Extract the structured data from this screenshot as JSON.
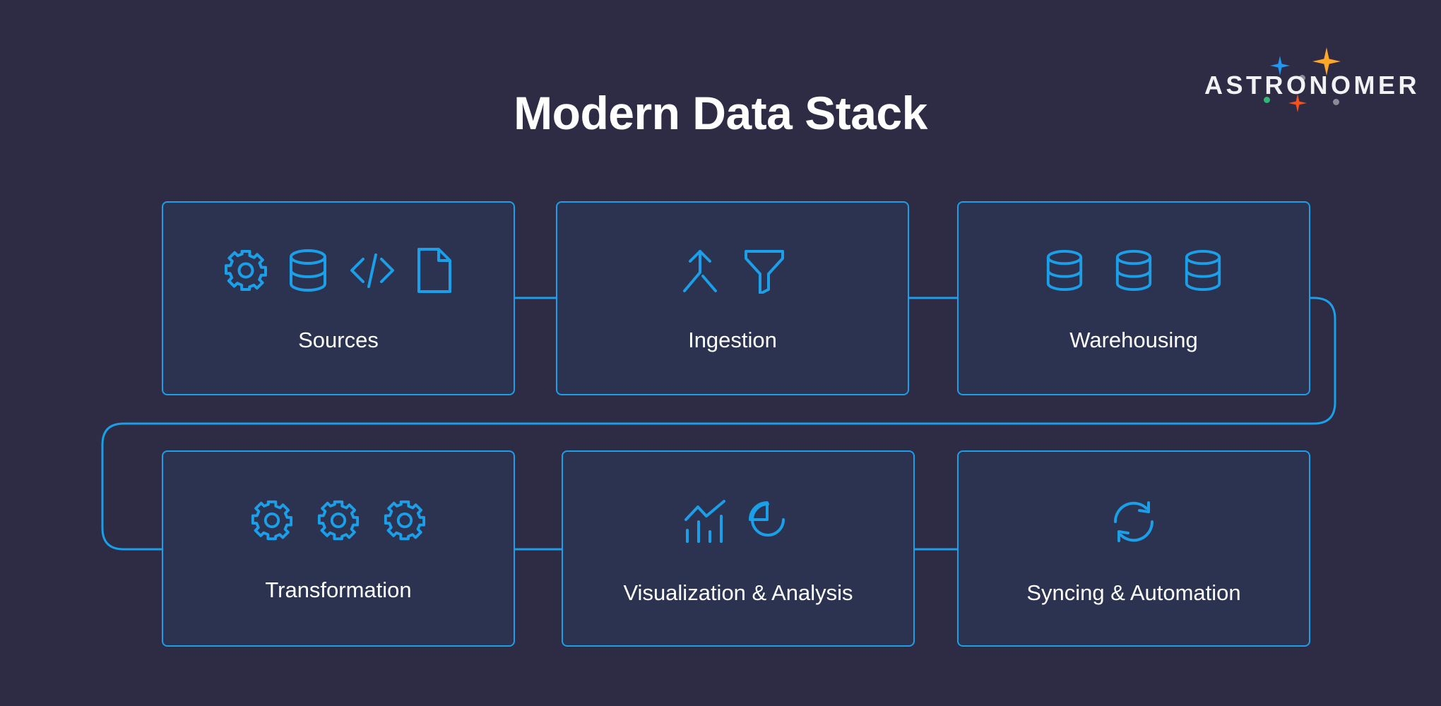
{
  "page": {
    "title": "Modern Data Stack",
    "background_color": "#2e2b44",
    "card_background_color": "#2b3350",
    "accent_color": "#1a9fe8",
    "text_color": "#ffffff"
  },
  "logo": {
    "wordmark": "ASTRONOMER",
    "decorations": [
      {
        "name": "blue-star",
        "color": "#2196f3"
      },
      {
        "name": "orange-star",
        "color": "#ffa726"
      },
      {
        "name": "red-star",
        "color": "#f4511e"
      },
      {
        "name": "gray-dot-top",
        "color": "#8a8a99"
      },
      {
        "name": "gray-dot-bottom",
        "color": "#8a8a99"
      },
      {
        "name": "green-dot",
        "color": "#2eb872"
      }
    ]
  },
  "diagram": {
    "type": "flow",
    "rows": [
      {
        "cards": [
          {
            "id": "sources",
            "label": "Sources",
            "icons": [
              "gear-icon",
              "database-icon",
              "code-brackets-icon",
              "document-icon"
            ]
          },
          {
            "id": "ingestion",
            "label": "Ingestion",
            "icons": [
              "merge-arrow-icon",
              "funnel-filter-icon"
            ]
          },
          {
            "id": "warehousing",
            "label": "Warehousing",
            "icons": [
              "database-icon",
              "database-icon",
              "database-icon"
            ]
          }
        ]
      },
      {
        "cards": [
          {
            "id": "transformation",
            "label": "Transformation",
            "icons": [
              "gear-icon",
              "gear-icon",
              "gear-icon"
            ]
          },
          {
            "id": "visualization",
            "label": "Visualization & Analysis",
            "icons": [
              "bar-line-chart-icon",
              "pie-chart-icon"
            ]
          },
          {
            "id": "syncing",
            "label": "Syncing & Automation",
            "icons": [
              "sync-refresh-icon"
            ]
          }
        ]
      }
    ],
    "connectors": [
      {
        "from": "sources",
        "to": "ingestion",
        "style": "straight"
      },
      {
        "from": "ingestion",
        "to": "warehousing",
        "style": "straight"
      },
      {
        "from": "warehousing",
        "to": "transformation",
        "style": "wrap-around"
      },
      {
        "from": "transformation",
        "to": "visualization",
        "style": "straight"
      },
      {
        "from": "visualization",
        "to": "syncing",
        "style": "straight"
      }
    ]
  }
}
